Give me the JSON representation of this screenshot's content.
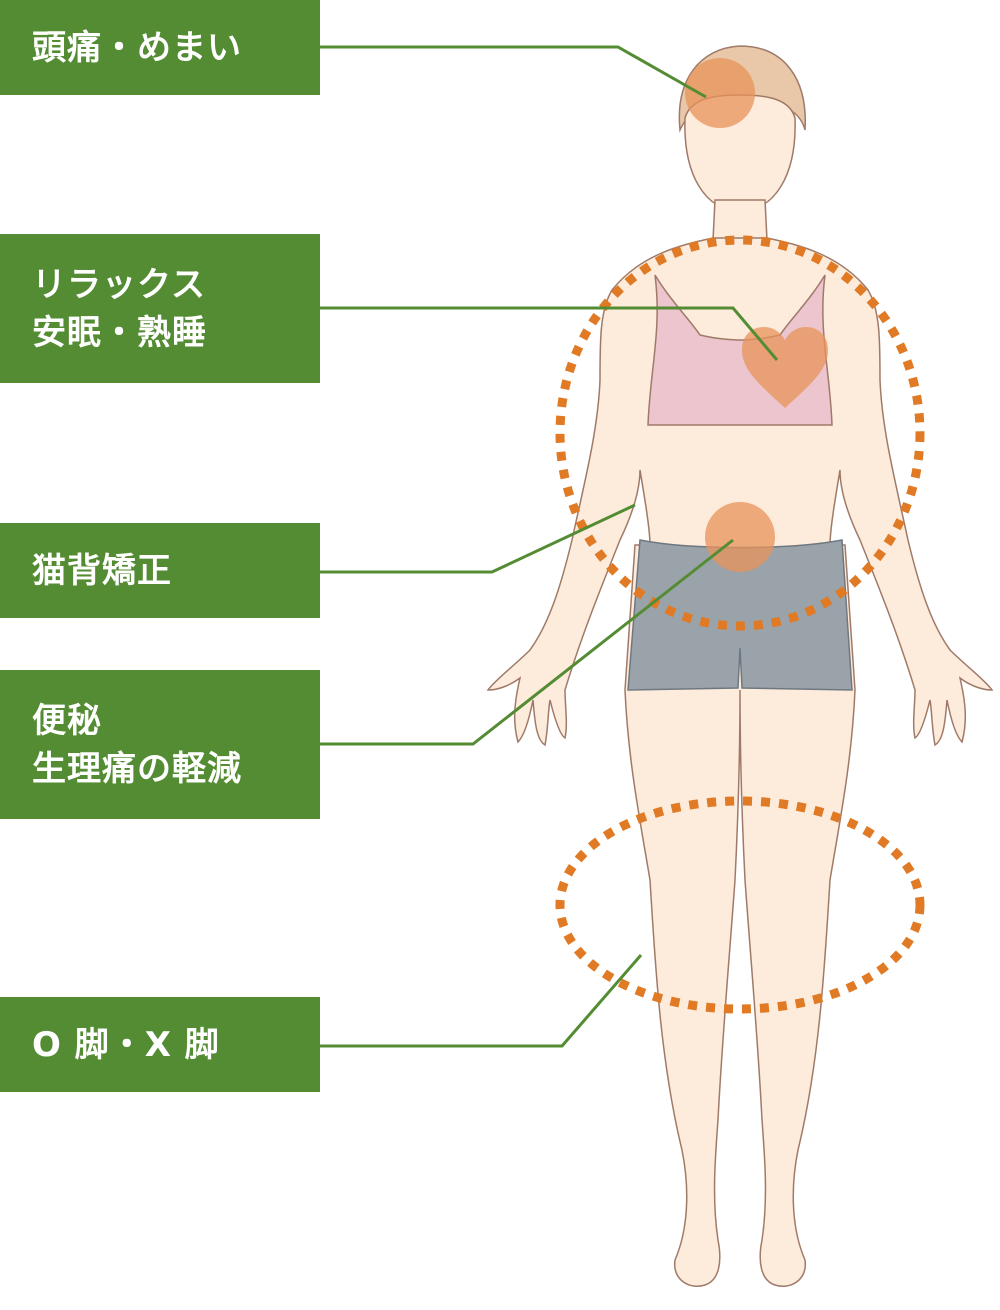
{
  "labels": {
    "headache": [
      "頭痛・めまい"
    ],
    "relax": [
      "リラックス",
      "安眠・熟睡"
    ],
    "posture": [
      "猫背矯正"
    ],
    "bowel": [
      "便秘",
      "生理痛の軽減"
    ],
    "legs": [
      "O 脚・X 脚"
    ]
  },
  "colors": {
    "label_bg": "#548c33",
    "connector": "#548c33",
    "dotted_ring": "#e07a24",
    "highlight": "#e8935a",
    "skin": "#fdebdb",
    "outline": "#a07a68",
    "bra": "#ecc5cf",
    "shorts": "#9aa3aa",
    "hair": "#e8c8a8"
  },
  "icons": {
    "head_spot": "circle-highlight",
    "chest_spot": "heart-highlight",
    "belly_spot": "circle-highlight"
  }
}
